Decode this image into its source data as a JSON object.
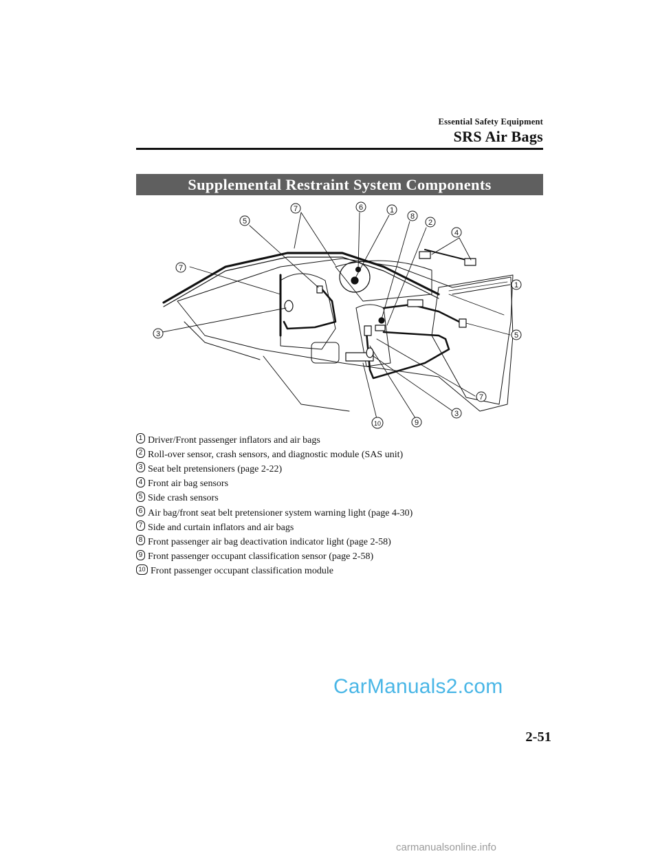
{
  "header": {
    "chapter": "Essential Safety Equipment",
    "section": "SRS Air Bags"
  },
  "banner": {
    "title": "Supplemental Restraint System Components"
  },
  "diagram": {
    "callouts": [
      "1",
      "2",
      "3",
      "4",
      "5",
      "6",
      "7",
      "8",
      "9",
      "10"
    ]
  },
  "legend": [
    {
      "num": "1",
      "text": "Driver/Front passenger inflators and air bags"
    },
    {
      "num": "2",
      "text": "Roll-over sensor, crash sensors, and diagnostic module (SAS unit)"
    },
    {
      "num": "3",
      "text": "Seat belt pretensioners (page 2-22)"
    },
    {
      "num": "4",
      "text": "Front air bag sensors"
    },
    {
      "num": "5",
      "text": "Side crash sensors"
    },
    {
      "num": "6",
      "text": "Air bag/front seat belt pretensioner system warning light (page 4-30)"
    },
    {
      "num": "7",
      "text": "Side and curtain inflators and air bags"
    },
    {
      "num": "8",
      "text": "Front passenger air bag deactivation indicator light (page 2-58)"
    },
    {
      "num": "9",
      "text": "Front passenger occupant classification sensor (page 2-58)"
    },
    {
      "num": "10",
      "text": "Front passenger occupant classification module"
    }
  ],
  "watermark": "CarManuals2.com",
  "page_number": "2-51",
  "footer": "carmanualsonline.info"
}
